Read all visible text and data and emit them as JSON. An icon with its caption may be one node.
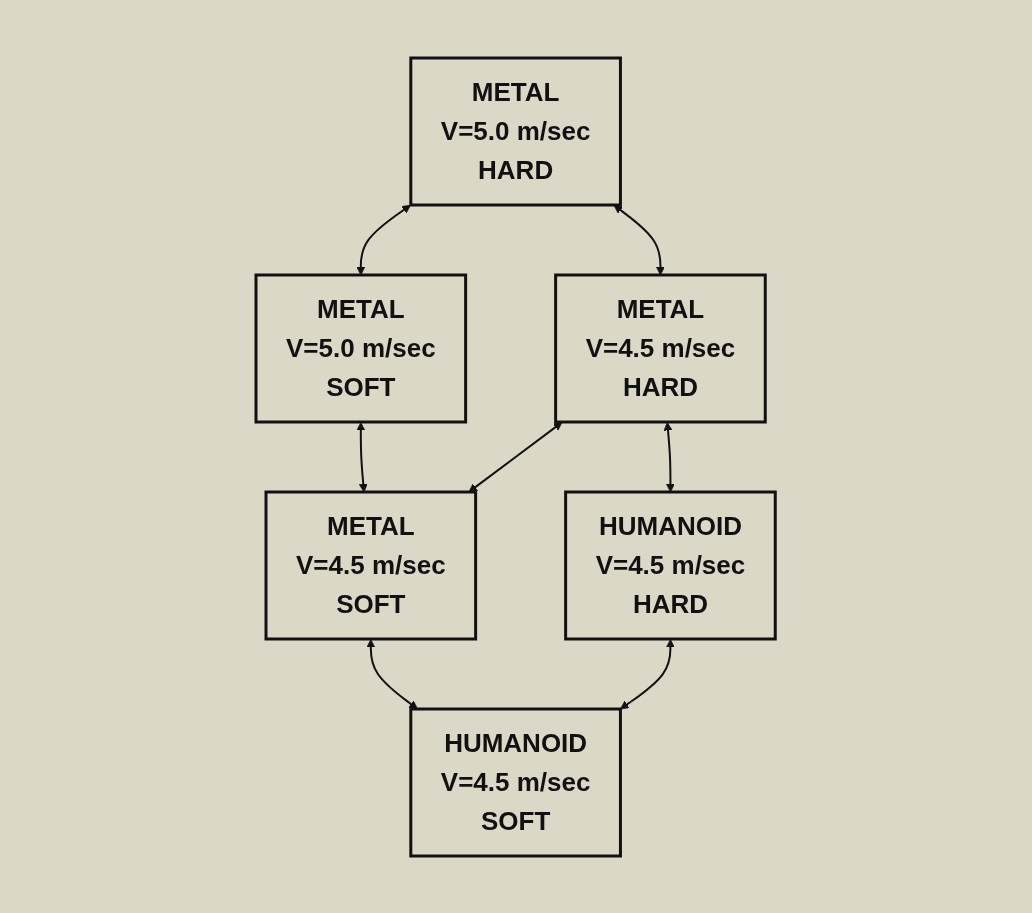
{
  "diagram": {
    "nodes": [
      {
        "text": [
          "METAL",
          "V=5.0 m/sec",
          "HARD"
        ]
      },
      {
        "text": [
          "METAL",
          "V=5.0 m/sec",
          "SOFT"
        ]
      },
      {
        "text": [
          "METAL",
          "V=4.5 m/sec",
          "HARD"
        ]
      },
      {
        "text": [
          "METAL",
          "V=4.5 m/sec",
          "SOFT"
        ]
      },
      {
        "text": [
          "HUMANOID",
          "V=4.5 m/sec",
          "HARD"
        ]
      },
      {
        "text": [
          "HUMANOID",
          "V=4.5 m/sec",
          "SOFT"
        ]
      }
    ],
    "edges": [
      {
        "from": 0,
        "to": 1,
        "arrow": "both"
      },
      {
        "from": 0,
        "to": 2,
        "arrow": "both"
      },
      {
        "from": 1,
        "to": 3,
        "arrow": "both"
      },
      {
        "from": 2,
        "to": 3,
        "arrow": "both"
      },
      {
        "from": 2,
        "to": 4,
        "arrow": "both"
      },
      {
        "from": 3,
        "to": 5,
        "arrow": "both"
      },
      {
        "from": 4,
        "to": 5,
        "arrow": "both"
      }
    ]
  }
}
